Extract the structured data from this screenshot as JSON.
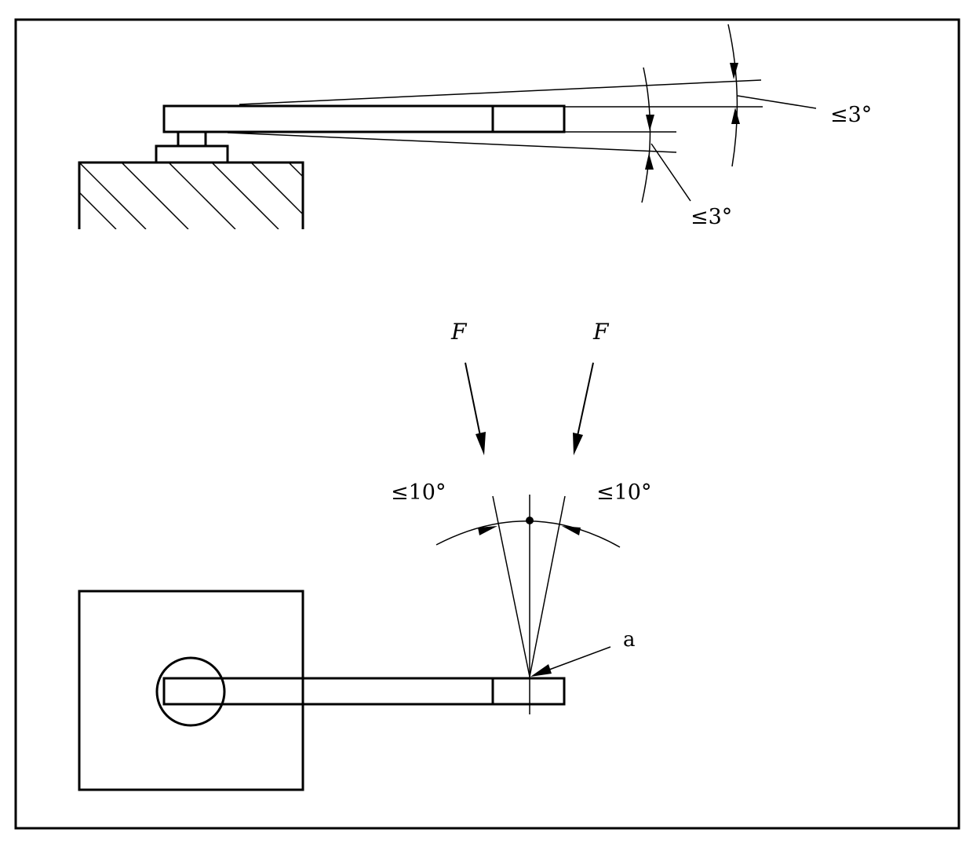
{
  "labels": {
    "tilt_outer": "≤3°",
    "tilt_inner": "≤3°",
    "force_left": "F",
    "force_right": "F",
    "angle_left": "≤10°",
    "angle_right": "≤10°",
    "point_a": "a"
  },
  "colors": {
    "line": "#000000",
    "background": "#ffffff"
  }
}
